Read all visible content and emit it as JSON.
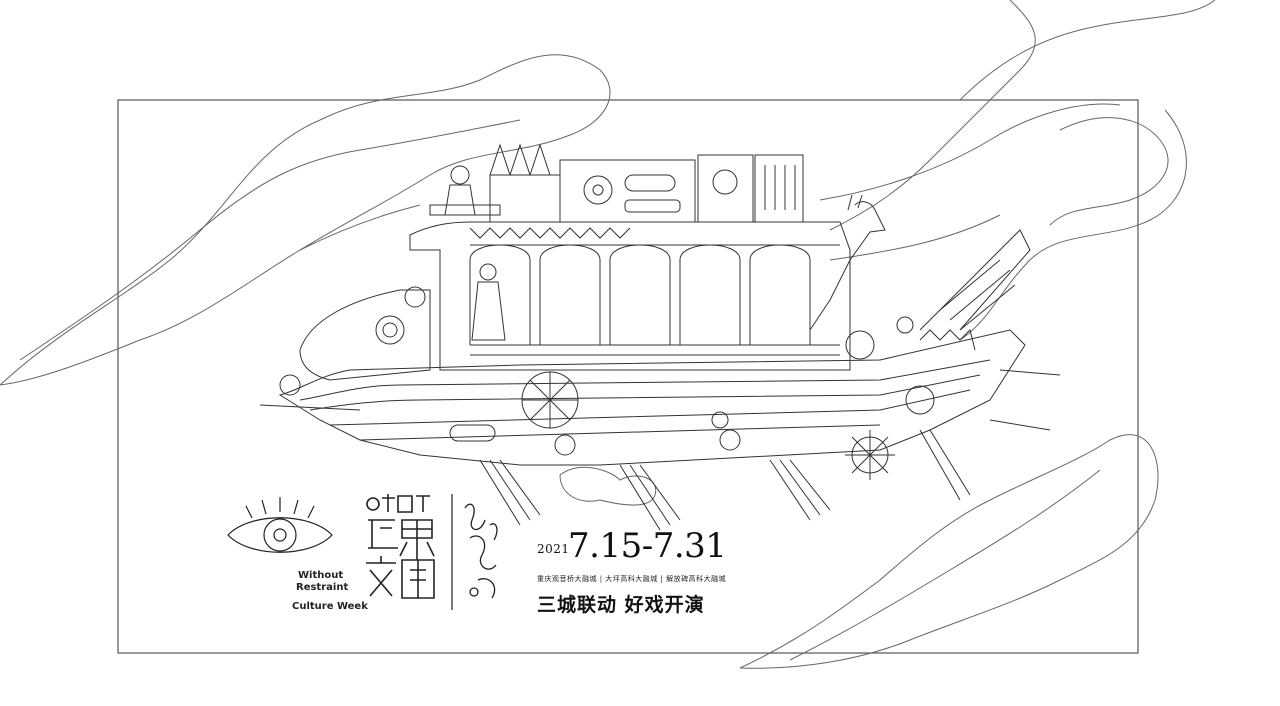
{
  "poster": {
    "year": "2021",
    "dates": "7.15-7.31",
    "venues": "重庆观音桥大融城 | 大坪高科大融城 | 解放碑高科大融城",
    "slogan": "三城联动  好戏开演",
    "brand_en": [
      "Without",
      "Restraint",
      "Culture Week"
    ],
    "colors": {
      "line": "#333333",
      "frame": "#555555",
      "background": "#ffffff"
    }
  }
}
